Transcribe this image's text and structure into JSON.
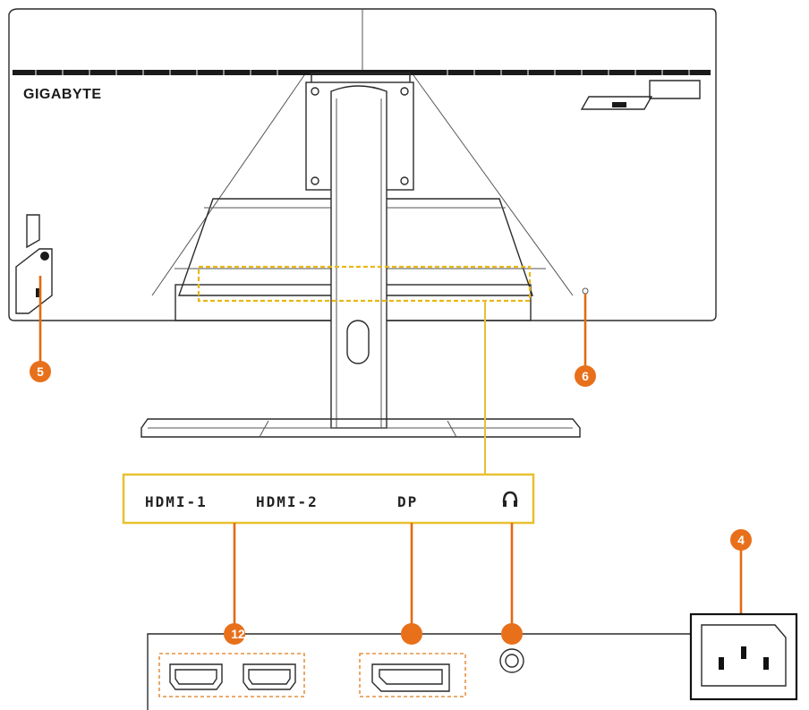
{
  "brand": "GIGABYTE",
  "ports": {
    "hdmi1": "HDMI-1",
    "hdmi2": "HDMI-2",
    "dp": "DP",
    "headphone_icon": "headphone-icon"
  },
  "callouts": {
    "c12": "12",
    "c4": "4",
    "c5": "5",
    "c6": "6"
  },
  "colors": {
    "callout": "#e8701a",
    "highlight_box": "#e8b818",
    "leader_orange": "#e36a12"
  }
}
